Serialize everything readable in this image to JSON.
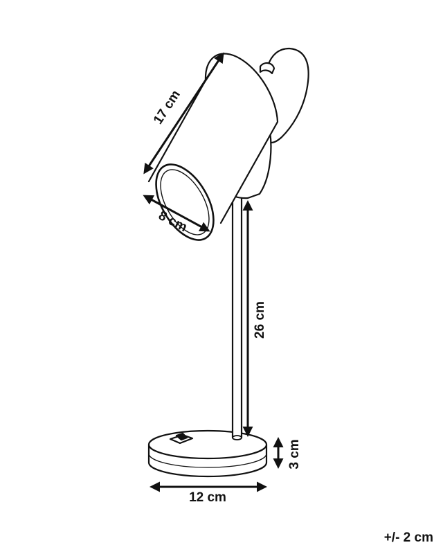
{
  "dimensions": {
    "shade_length": "17 cm",
    "shade_diameter": "8 cm",
    "arm_height": "26 cm",
    "base_height": "3 cm",
    "base_width": "12 cm"
  },
  "tolerance": "+/- 2 cm",
  "colors": {
    "line": "#111111",
    "background": "#ffffff"
  }
}
